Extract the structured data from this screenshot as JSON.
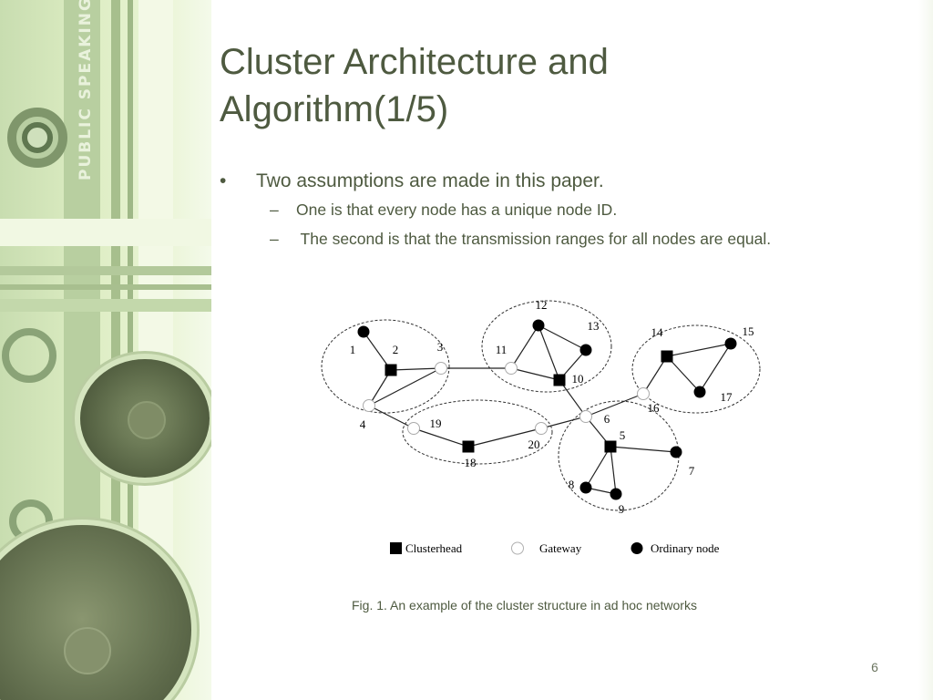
{
  "slide": {
    "title_line1": "Cluster Architecture and",
    "title_line2": "Algorithm(1/5)",
    "page_number": "6"
  },
  "decor": {
    "vertical_text": "PUBLIC SPEAKING"
  },
  "bullets": {
    "main": {
      "marker": "•",
      "text": "Two assumptions are made in this paper."
    },
    "sub": [
      {
        "marker": "–",
        "text": "One is that every node has a unique node ID."
      },
      {
        "marker": "–",
        "text": " The second is that the transmission ranges for all nodes are equal."
      }
    ]
  },
  "figure": {
    "caption": "Fig. 1. An example of the cluster structure in ad hoc networks",
    "legend": {
      "clusterhead": "Clusterhead",
      "gateway": "Gateway",
      "ordinary": "Ordinary node"
    },
    "nodes": [
      {
        "id": "1",
        "label": "1",
        "type": "ordinary"
      },
      {
        "id": "2",
        "label": "2",
        "type": "clusterhead"
      },
      {
        "id": "3",
        "label": "3",
        "type": "gateway"
      },
      {
        "id": "4",
        "label": "4",
        "type": "gateway"
      },
      {
        "id": "5",
        "label": "5",
        "type": "clusterhead"
      },
      {
        "id": "6",
        "label": "6",
        "type": "gateway"
      },
      {
        "id": "7",
        "label": "7",
        "type": "ordinary"
      },
      {
        "id": "8",
        "label": "8",
        "type": "ordinary"
      },
      {
        "id": "9",
        "label": "9",
        "type": "ordinary"
      },
      {
        "id": "10",
        "label": "10",
        "type": "clusterhead"
      },
      {
        "id": "11",
        "label": "11",
        "type": "gateway"
      },
      {
        "id": "12",
        "label": "12",
        "type": "ordinary"
      },
      {
        "id": "13",
        "label": "13",
        "type": "ordinary"
      },
      {
        "id": "14",
        "label": "14",
        "type": "clusterhead"
      },
      {
        "id": "15",
        "label": "15",
        "type": "ordinary"
      },
      {
        "id": "16",
        "label": "16",
        "type": "gateway"
      },
      {
        "id": "17",
        "label": "17",
        "type": "ordinary"
      },
      {
        "id": "18",
        "label": "18",
        "type": "clusterhead"
      },
      {
        "id": "19",
        "label": "19",
        "type": "gateway"
      },
      {
        "id": "20",
        "label": "20",
        "type": "gateway"
      }
    ],
    "edges": [
      [
        "1",
        "2"
      ],
      [
        "2",
        "3"
      ],
      [
        "2",
        "4"
      ],
      [
        "3",
        "4"
      ],
      [
        "3",
        "11"
      ],
      [
        "11",
        "12"
      ],
      [
        "11",
        "10"
      ],
      [
        "12",
        "10"
      ],
      [
        "12",
        "13"
      ],
      [
        "13",
        "10"
      ],
      [
        "10",
        "6"
      ],
      [
        "4",
        "19"
      ],
      [
        "19",
        "18"
      ],
      [
        "18",
        "20"
      ],
      [
        "20",
        "6"
      ],
      [
        "6",
        "16"
      ],
      [
        "6",
        "5"
      ],
      [
        "5",
        "7"
      ],
      [
        "5",
        "8"
      ],
      [
        "5",
        "9"
      ],
      [
        "8",
        "9"
      ],
      [
        "14",
        "15"
      ],
      [
        "14",
        "16"
      ],
      [
        "14",
        "17"
      ],
      [
        "15",
        "17"
      ]
    ]
  }
}
